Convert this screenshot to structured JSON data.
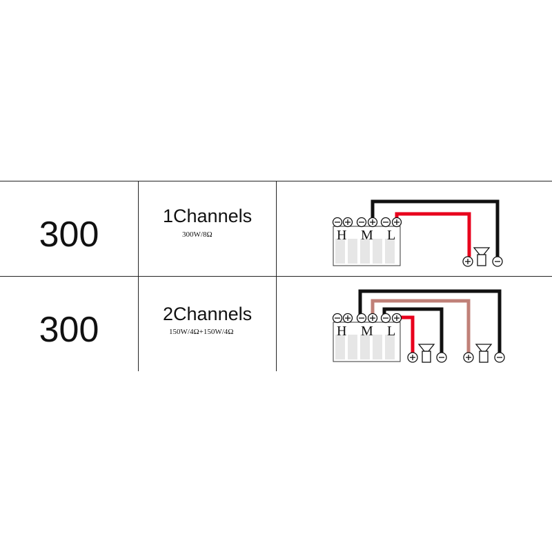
{
  "rows": [
    {
      "model": "300",
      "channels": "1Channels",
      "power": "300W/8Ω"
    },
    {
      "model": "300",
      "channels": "2Channels",
      "power": "150W/4Ω+150W/4Ω"
    }
  ],
  "terminal_labels": {
    "h": "H",
    "m": "M",
    "l": "L"
  },
  "colors": {
    "black_wire": "#111111",
    "red_wire": "#e8001c",
    "brown_wire": "#c08078",
    "grid_line": "#222222"
  }
}
